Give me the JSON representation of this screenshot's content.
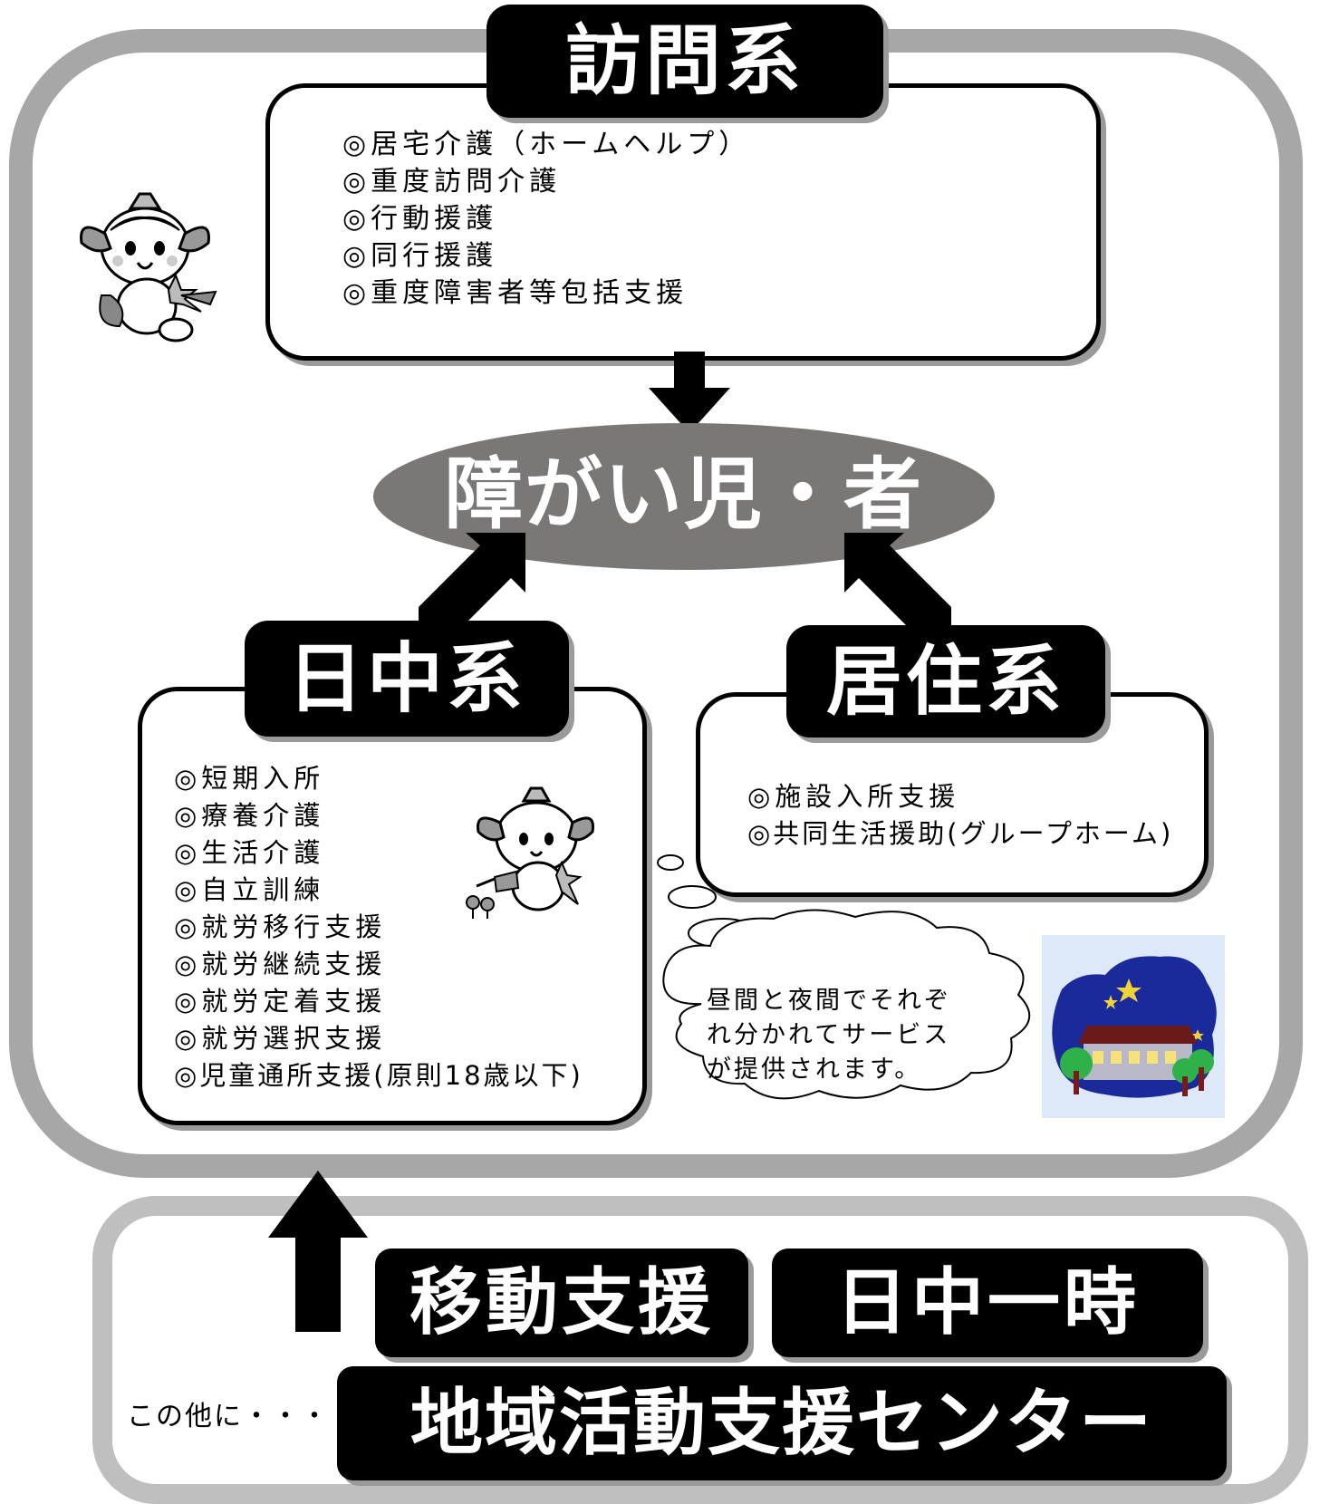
{
  "center": {
    "label": "障がい児・者"
  },
  "houmon": {
    "title": "訪問系",
    "items": [
      "◎居宅介護（ホームヘルプ）",
      "◎重度訪問介護",
      "◎行動援護",
      "◎同行援護",
      "◎重度障害者等包括支援"
    ]
  },
  "nicchu": {
    "title": "日中系",
    "items": [
      "◎短期入所",
      "◎療養介護",
      "◎生活介護",
      "◎自立訓練",
      "◎就労移行支援",
      "◎就労継続支援",
      "◎就労定着支援",
      "◎就労選択支援",
      "◎児童通所支援(原則18歳以下)"
    ]
  },
  "kyoju": {
    "title": "居住系",
    "items": [
      "◎施設入所支援",
      "◎共同生活援助(グループホーム)"
    ]
  },
  "bubble": {
    "lines": [
      "昼間と夜間でそれぞ",
      "れ分かれてサービス",
      "が提供されます。"
    ]
  },
  "bottom": {
    "intro": "この他に・・・",
    "idou": "移動支援",
    "ichiji": "日中一時",
    "center_label": "地域活動支援センター"
  },
  "colors": {
    "frame": "#a8a7a7",
    "ellipse": "#7a7777",
    "title_bg": "#000000",
    "night_sky": "#1a2a9a",
    "moon": "#f2d23a"
  }
}
